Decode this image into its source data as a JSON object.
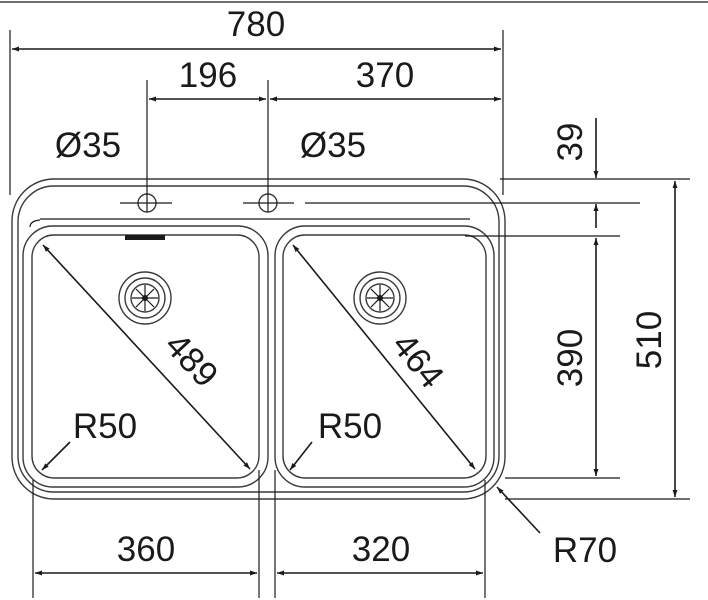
{
  "dimensions": {
    "overall_width": "780",
    "tap_hole_offset": "196",
    "tap_hole_spacing": "370",
    "tap_hole_left_diameter": "Ø35",
    "tap_hole_right_diameter": "Ø35",
    "rim_depth": "39",
    "bowl_depth": "390",
    "overall_depth": "510",
    "left_bowl_diagonal": "489",
    "right_bowl_diagonal": "464",
    "left_bowl_radius": "R50",
    "right_bowl_radius": "R50",
    "corner_radius": "R70",
    "left_bowl_width": "360",
    "right_bowl_width": "320"
  },
  "colors": {
    "ink": "#1a1a1a",
    "background": "#ffffff"
  }
}
